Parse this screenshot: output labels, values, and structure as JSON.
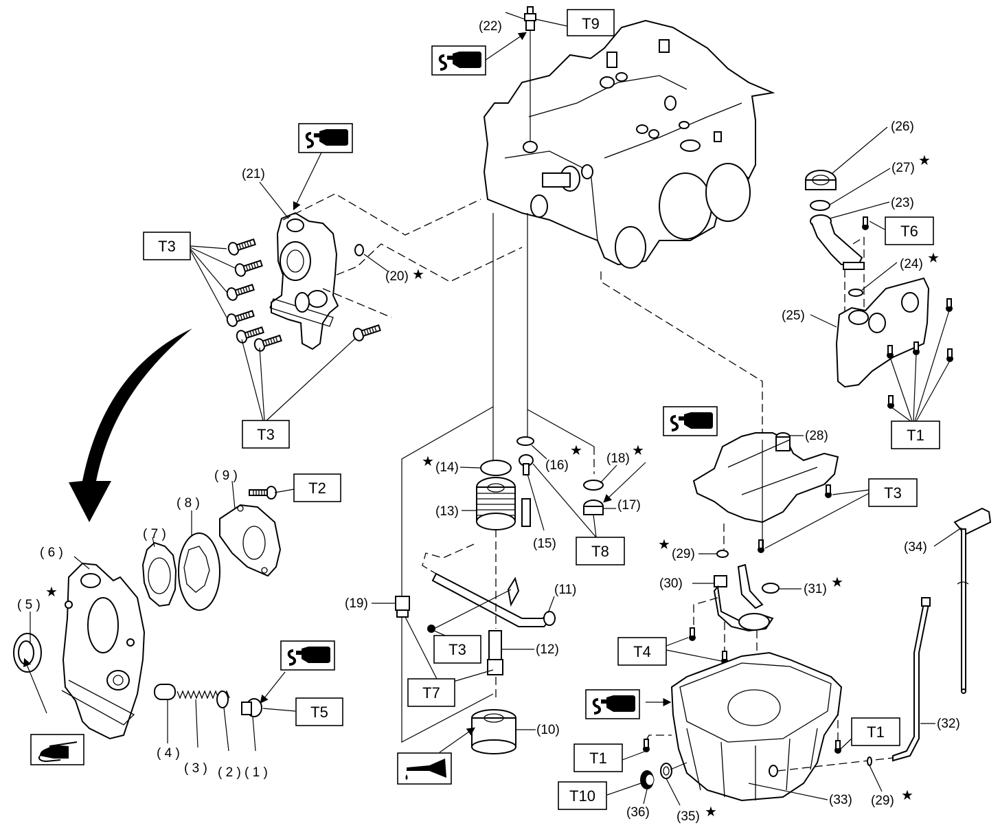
{
  "diagram": {
    "title": "",
    "type": "exploded-parts-diagram",
    "subject": "Engine lubrication system",
    "callouts": [
      {
        "id": "1",
        "label": "( 1 )",
        "star": false
      },
      {
        "id": "2",
        "label": "( 2 )",
        "star": false
      },
      {
        "id": "3",
        "label": "( 3 )",
        "star": false
      },
      {
        "id": "4",
        "label": "( 4 )",
        "star": false
      },
      {
        "id": "5",
        "label": "( 5 )",
        "star": true
      },
      {
        "id": "6",
        "label": "( 6 )",
        "star": false
      },
      {
        "id": "7",
        "label": "( 7 )",
        "star": false
      },
      {
        "id": "8",
        "label": "( 8 )",
        "star": false
      },
      {
        "id": "9",
        "label": "( 9 )",
        "star": false
      },
      {
        "id": "10",
        "label": "(10)",
        "star": false
      },
      {
        "id": "11",
        "label": "(11)",
        "star": false
      },
      {
        "id": "12",
        "label": "(12)",
        "star": false
      },
      {
        "id": "13",
        "label": "(13)",
        "star": false
      },
      {
        "id": "14",
        "label": "(14)",
        "star": true
      },
      {
        "id": "15",
        "label": "(15)",
        "star": false
      },
      {
        "id": "16",
        "label": "(16)",
        "star": true
      },
      {
        "id": "17",
        "label": "(17)",
        "star": false
      },
      {
        "id": "18",
        "label": "(18)",
        "star": true
      },
      {
        "id": "19",
        "label": "(19)",
        "star": false
      },
      {
        "id": "20",
        "label": "(20)",
        "star": true
      },
      {
        "id": "21",
        "label": "(21)",
        "star": false
      },
      {
        "id": "22",
        "label": "(22)",
        "star": false
      },
      {
        "id": "23",
        "label": "(23)",
        "star": false
      },
      {
        "id": "24",
        "label": "(24)",
        "star": true
      },
      {
        "id": "25",
        "label": "(25)",
        "star": false
      },
      {
        "id": "26",
        "label": "(26)",
        "star": false
      },
      {
        "id": "27",
        "label": "(27)",
        "star": true
      },
      {
        "id": "28",
        "label": "(28)",
        "star": false
      },
      {
        "id": "29a",
        "label": "(29)",
        "star": true
      },
      {
        "id": "29b",
        "label": "(29)",
        "star": true
      },
      {
        "id": "30",
        "label": "(30)",
        "star": false
      },
      {
        "id": "31",
        "label": "(31)",
        "star": true
      },
      {
        "id": "32",
        "label": "(32)",
        "star": false
      },
      {
        "id": "33",
        "label": "(33)",
        "star": false
      },
      {
        "id": "34",
        "label": "(34)",
        "star": false
      },
      {
        "id": "35",
        "label": "(35)",
        "star": true
      },
      {
        "id": "36",
        "label": "(36)",
        "star": false
      }
    ],
    "star_symbol": "★",
    "torque_boxes": [
      {
        "id": "t9",
        "label": "T9"
      },
      {
        "id": "t3a",
        "label": "T3"
      },
      {
        "id": "t3b",
        "label": "T3"
      },
      {
        "id": "t6",
        "label": "T6"
      },
      {
        "id": "t1a",
        "label": "T1"
      },
      {
        "id": "t2",
        "label": "T2"
      },
      {
        "id": "t8",
        "label": "T8"
      },
      {
        "id": "t3c",
        "label": "T3"
      },
      {
        "id": "t3d",
        "label": "T3"
      },
      {
        "id": "t7",
        "label": "T7"
      },
      {
        "id": "t5",
        "label": "T5"
      },
      {
        "id": "t4",
        "label": "T4"
      },
      {
        "id": "t1b",
        "label": "T1"
      },
      {
        "id": "t1c",
        "label": "T1"
      },
      {
        "id": "t10",
        "label": "T10"
      }
    ],
    "symbols": [
      {
        "id": "sealant-1",
        "icon": "liquid-gasket-icon",
        "meaning": "apply sealant"
      },
      {
        "id": "sealant-2",
        "icon": "liquid-gasket-icon",
        "meaning": "apply sealant"
      },
      {
        "id": "sealant-3",
        "icon": "liquid-gasket-icon",
        "meaning": "apply sealant"
      },
      {
        "id": "sealant-4",
        "icon": "liquid-gasket-icon",
        "meaning": "apply sealant"
      },
      {
        "id": "sealant-5",
        "icon": "liquid-gasket-icon",
        "meaning": "apply sealant"
      },
      {
        "id": "grease-1",
        "icon": "grease-gun-icon",
        "meaning": "apply grease"
      },
      {
        "id": "oil-1",
        "icon": "oil-can-icon",
        "meaning": "apply engine oil"
      }
    ]
  }
}
